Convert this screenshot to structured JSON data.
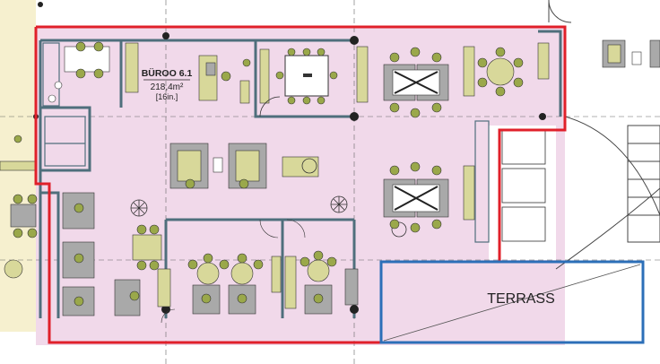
{
  "room": {
    "name": "BÜROO 6.1",
    "area": "218,4m²",
    "occupancy": "[16in.]"
  },
  "terrace": {
    "label": "TERRASS"
  },
  "colors": {
    "office_fill": "#f1d9ea",
    "left_fill": "#f6f0cf",
    "red_outline": "#e0202a",
    "blue_outline": "#2c6fb8",
    "wall": "#4f6f7c",
    "furniture": "#d8d89a",
    "chair": "#9aa84a",
    "desk_panel": "#a9a9a9"
  }
}
